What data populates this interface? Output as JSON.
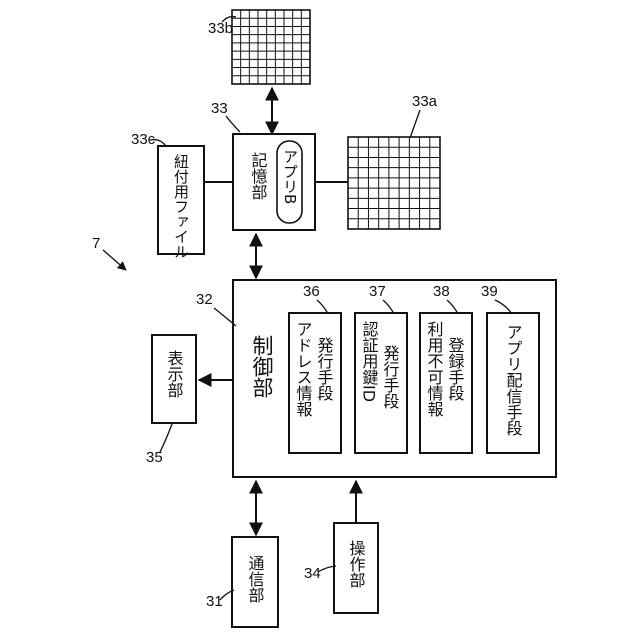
{
  "figure": {
    "ref": "7",
    "blocks": {
      "tsuushin": {
        "ref": "31",
        "label": "通信部"
      },
      "sousa": {
        "ref": "34",
        "label": "操作部"
      },
      "hyouji": {
        "ref": "35",
        "label": "表示部"
      },
      "seigyo": {
        "ref": "32",
        "label": "制御部"
      },
      "kioku": {
        "ref": "33",
        "label": "記憶部",
        "inner": "アプリB"
      },
      "himozuke": {
        "ref": "33c",
        "label": "紐付用ファイル"
      }
    },
    "means": [
      {
        "ref": "36",
        "line1": "アドレス情報",
        "line2": "発行手段"
      },
      {
        "ref": "37",
        "line1": "認証用鍵ID",
        "line2": "発行手段"
      },
      {
        "ref": "38",
        "line1": "利用不可情報",
        "line2": "登録手段"
      },
      {
        "ref": "39",
        "line1": "アプリ配信手段",
        "line2": ""
      }
    ],
    "tables": {
      "a": {
        "ref": "33a"
      },
      "b": {
        "ref": "33b"
      }
    }
  }
}
